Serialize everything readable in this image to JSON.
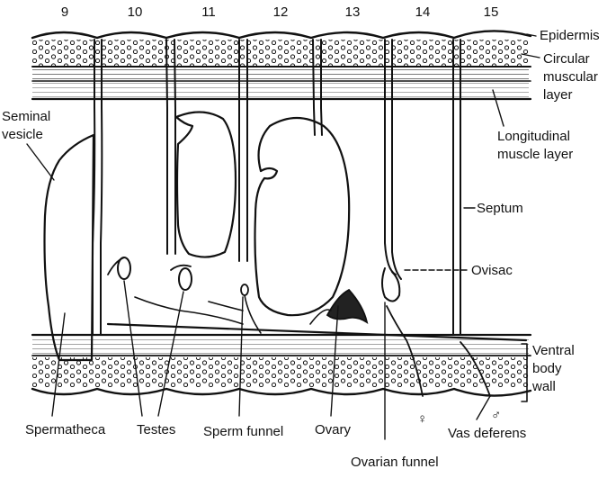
{
  "segments": [
    "9",
    "10",
    "11",
    "12",
    "13",
    "14",
    "15"
  ],
  "labels": {
    "epidermis": "Epidermis",
    "circular_1": "Circular",
    "circular_2": "muscular",
    "circular_3": "layer",
    "longitudinal_1": "Longitudinal",
    "longitudinal_2": "muscle layer",
    "seminal_1": "Seminal",
    "seminal_2": "vesicle",
    "septum": "Septum",
    "ovisac": "Ovisac",
    "ventral_1": "Ventral",
    "ventral_2": "body",
    "ventral_3": "wall",
    "spermatheca": "Spermatheca",
    "testes": "Testes",
    "sperm_funnel": "Sperm funnel",
    "ovary": "Ovary",
    "ovarian_funnel": "Ovarian funnel",
    "vas_deferens": "Vas deferens",
    "female_symbol": "♀",
    "male_symbol": "♂"
  },
  "colors": {
    "ink": "#111111",
    "background": "#ffffff",
    "stipple": "#555555"
  }
}
